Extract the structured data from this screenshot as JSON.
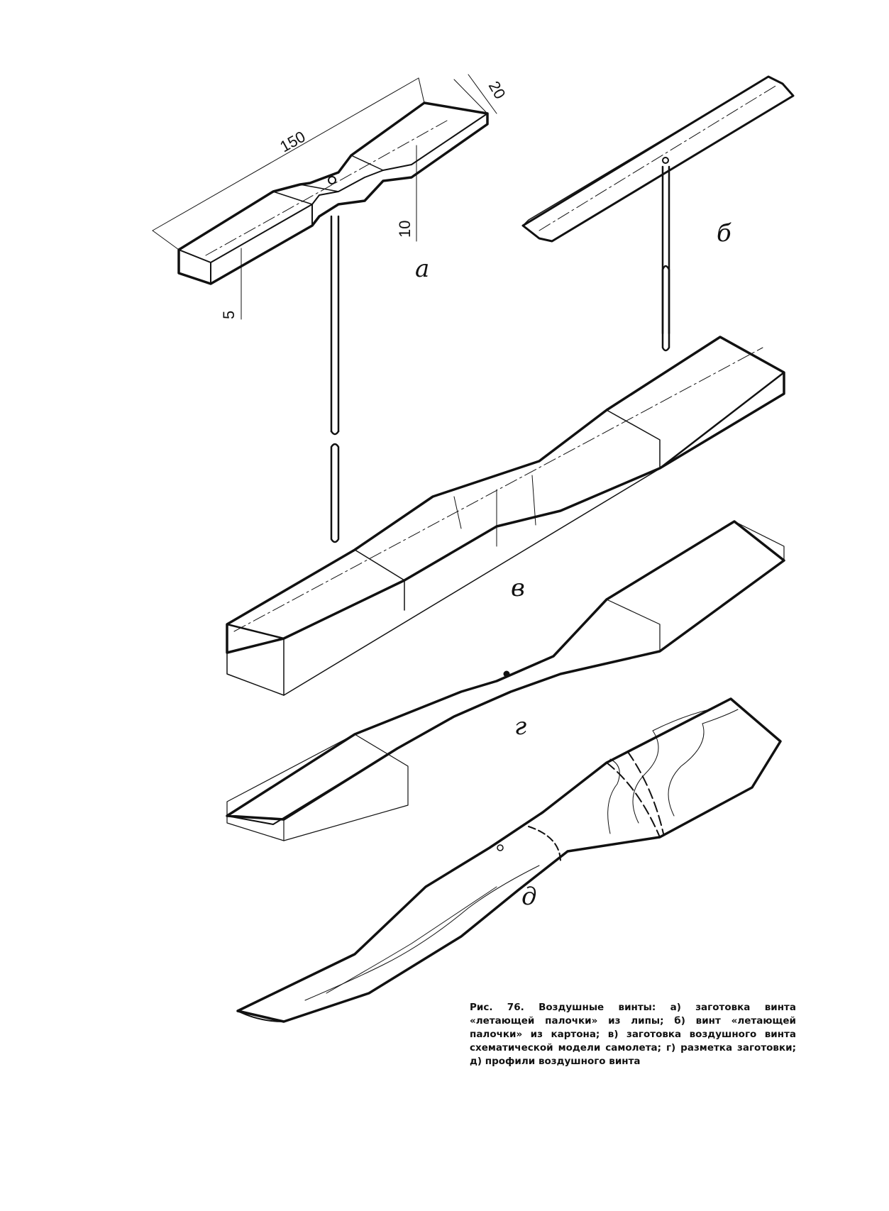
{
  "parts": {
    "a": "а",
    "b": "б",
    "v": "в",
    "g": "г",
    "d": "д"
  },
  "dimensions": {
    "length": "150",
    "width": "20",
    "hub_height": "10",
    "thickness": "5"
  },
  "caption": {
    "fig_number": "Рис. 76.",
    "text": "Воздушные винты: а) заготовка винта «летающей палочки» из липы; б) винт «летающей палочки» из картона; в) заготовка воздушного винта схематической модели самолета; г) разметка заготовки; д) профили воздушного винта"
  }
}
